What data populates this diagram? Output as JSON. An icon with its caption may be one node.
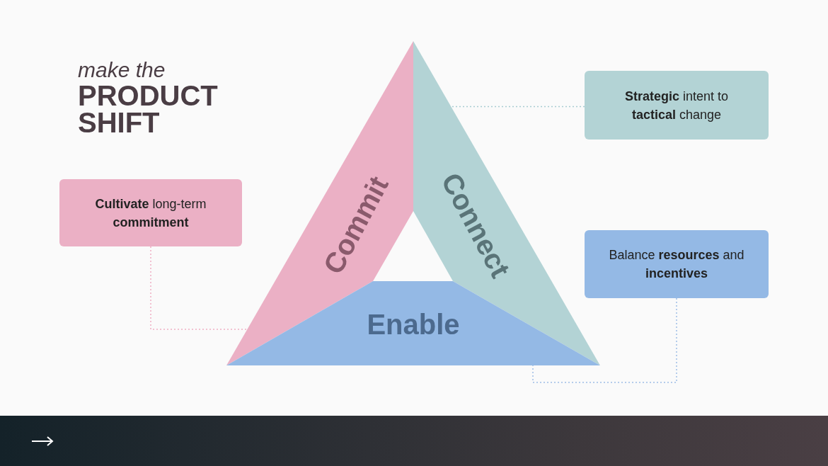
{
  "diagram": {
    "title": "make the PRODUCT SHIFT",
    "nodes": [
      {
        "text": [
          "Commit"
        ]
      },
      {
        "text": [
          "Connect"
        ]
      },
      {
        "text": [
          "Enable"
        ]
      },
      {
        "text": [
          "**Cultivate** long-term **commitment**"
        ]
      },
      {
        "text": [
          "**Strategic** intent to **tactical** change"
        ]
      },
      {
        "text": [
          "Balance **resources** and **incentives**"
        ]
      }
    ],
    "edges": [
      {
        "from": 3,
        "to": 0,
        "arrow": "none",
        "style": "dashed",
        "color": "#f0aec4"
      },
      {
        "from": 4,
        "to": 1,
        "arrow": "none",
        "style": "dashed",
        "color": "#a9cdd2"
      },
      {
        "from": 5,
        "to": 2,
        "arrow": "none",
        "style": "dashed",
        "color": "#9dbde6"
      }
    ]
  }
}
